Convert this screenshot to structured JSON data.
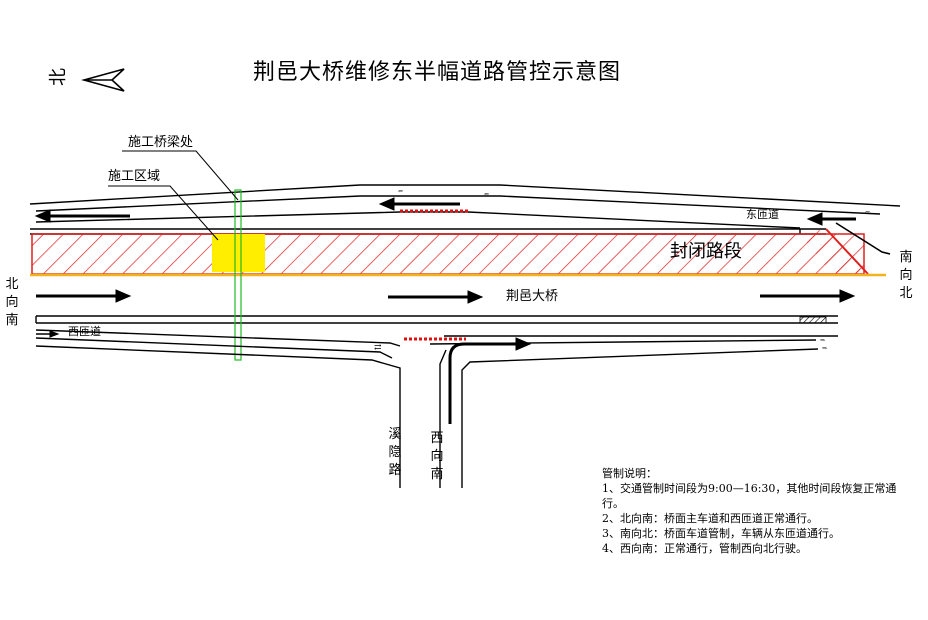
{
  "title": "荆邑大桥维修东半幅道路管控示意图",
  "compass_label": "北",
  "callouts": {
    "bridge_deck_work": "施工桥梁处",
    "work_zone": "施工区域"
  },
  "closed_section_label": "封闭路段",
  "bridge_label": "荆邑大桥",
  "east_ramp_label": "东匝道",
  "west_ramp_label": "西匝道",
  "side_labels": {
    "north_to_south": "北向南",
    "south_to_north": "南向北",
    "xiyin_road": "溪隐路",
    "west_to_south": "西向南"
  },
  "notes": {
    "heading": "管制说明：",
    "items": [
      "1、交通管制时间段为9:00—16:30，其他时间段恢复正常通行。",
      "2、北向南：桥面主车道和西匝道正常通行。",
      "3、南向北：桥面车道管制，车辆从东匝道通行。",
      "4、西向南：正常通行，管制西向北行驶。"
    ]
  },
  "colors": {
    "closed_hatch": "#e02020",
    "work_zone": "#ffee00",
    "bridge_marker": "#22bb22",
    "edge_line": "#f2b21b",
    "red_dash": "#e01010"
  }
}
